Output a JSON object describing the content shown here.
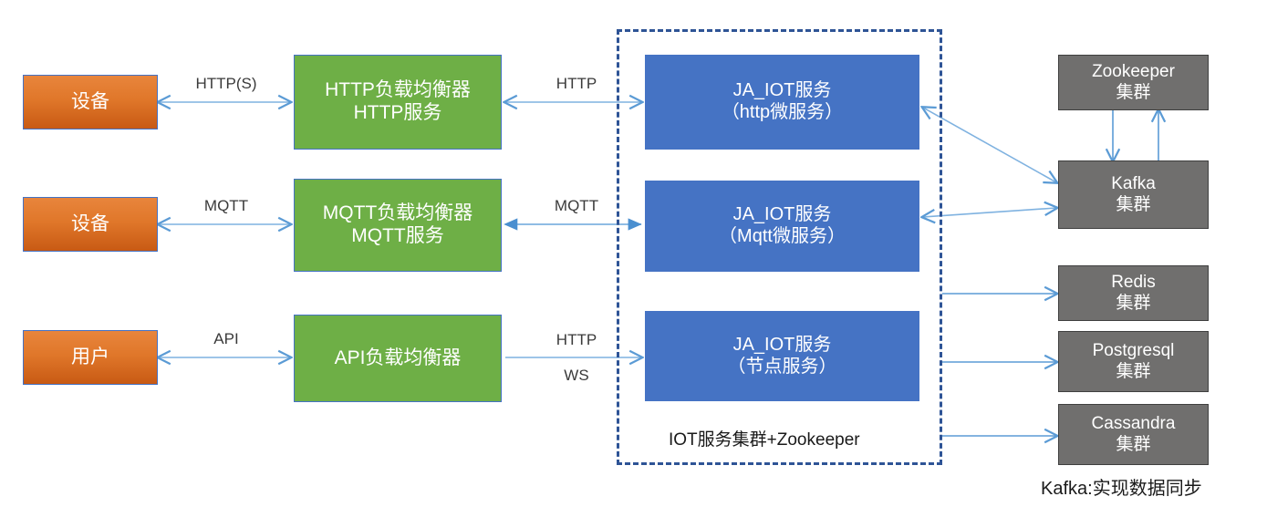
{
  "diagram": {
    "title_caption": "Kafka:实现数据同步",
    "cluster_label": "IOT服务集群+Zookeeper",
    "colors": {
      "orange": "#E0772A",
      "green": "#6EAF46",
      "blue": "#4573C4",
      "gray": "#706F6E",
      "arrow": "#5B9BD5",
      "dashed_border": "#2E5496",
      "box_border": "#4472C4"
    },
    "clients": [
      {
        "id": "device-http",
        "label": "设备"
      },
      {
        "id": "device-mqtt",
        "label": "设备"
      },
      {
        "id": "user-api",
        "label": "用户"
      }
    ],
    "balancers": [
      {
        "id": "http-lb",
        "label": "HTTP负载均衡器\nHTTP服务"
      },
      {
        "id": "mqtt-lb",
        "label": "MQTT负载均衡器\nMQTT服务"
      },
      {
        "id": "api-lb",
        "label": "API负载均衡器"
      }
    ],
    "services": [
      {
        "id": "ja-iot-http",
        "label": "JA_IOT服务\n（http微服务）"
      },
      {
        "id": "ja-iot-mqtt",
        "label": "JA_IOT服务\n（Mqtt微服务）"
      },
      {
        "id": "ja-iot-node",
        "label": "JA_IOT服务\n（节点服务）"
      }
    ],
    "clusters": [
      {
        "id": "zookeeper",
        "label": "Zookeeper\n集群"
      },
      {
        "id": "kafka",
        "label": "Kafka\n集群"
      },
      {
        "id": "redis",
        "label": "Redis\n集群"
      },
      {
        "id": "postgresql",
        "label": "Postgresql\n集群"
      },
      {
        "id": "cassandra",
        "label": "Cassandra\n集群"
      }
    ],
    "edge_labels": [
      {
        "id": "client-to-http-lb",
        "text": "HTTP(S)"
      },
      {
        "id": "client-to-mqtt-lb",
        "text": "MQTT"
      },
      {
        "id": "client-to-api-lb",
        "text": "API"
      },
      {
        "id": "http-lb-to-service",
        "text": "HTTP"
      },
      {
        "id": "mqtt-lb-to-service",
        "text": "MQTT"
      },
      {
        "id": "api-lb-to-service-http",
        "text": "HTTP"
      },
      {
        "id": "api-lb-to-service-ws",
        "text": "WS"
      }
    ]
  }
}
